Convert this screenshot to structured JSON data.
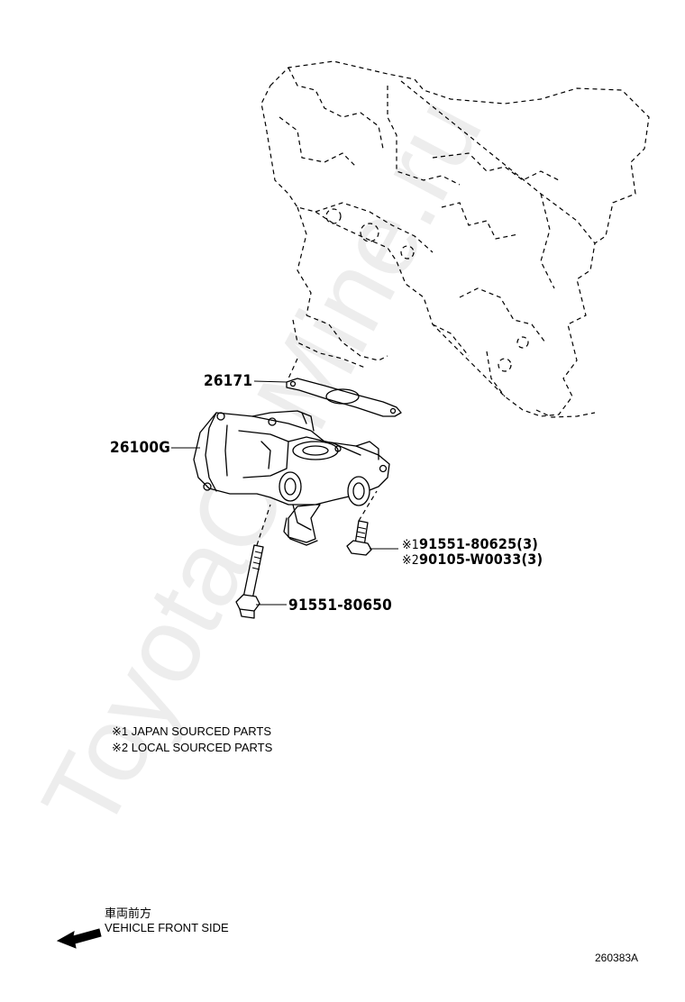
{
  "watermark": "ToyotaOnMine.ru",
  "callouts": {
    "gasket": "26171",
    "egr_valve": "26100G",
    "bolt_a_mark": "※1",
    "bolt_a": "91551-80625(3)",
    "bolt_b_mark": "※2",
    "bolt_b": "90105-W0033(3)",
    "long_bolt": "91551-80650"
  },
  "notes": {
    "note1": "※1 JAPAN SOURCED PARTS",
    "note2": "※2 LOCAL SOURCED PARTS"
  },
  "direction": {
    "jp_label": "車両前方",
    "en_label": "VEHICLE FRONT SIDE"
  },
  "figure_id": "260383A"
}
